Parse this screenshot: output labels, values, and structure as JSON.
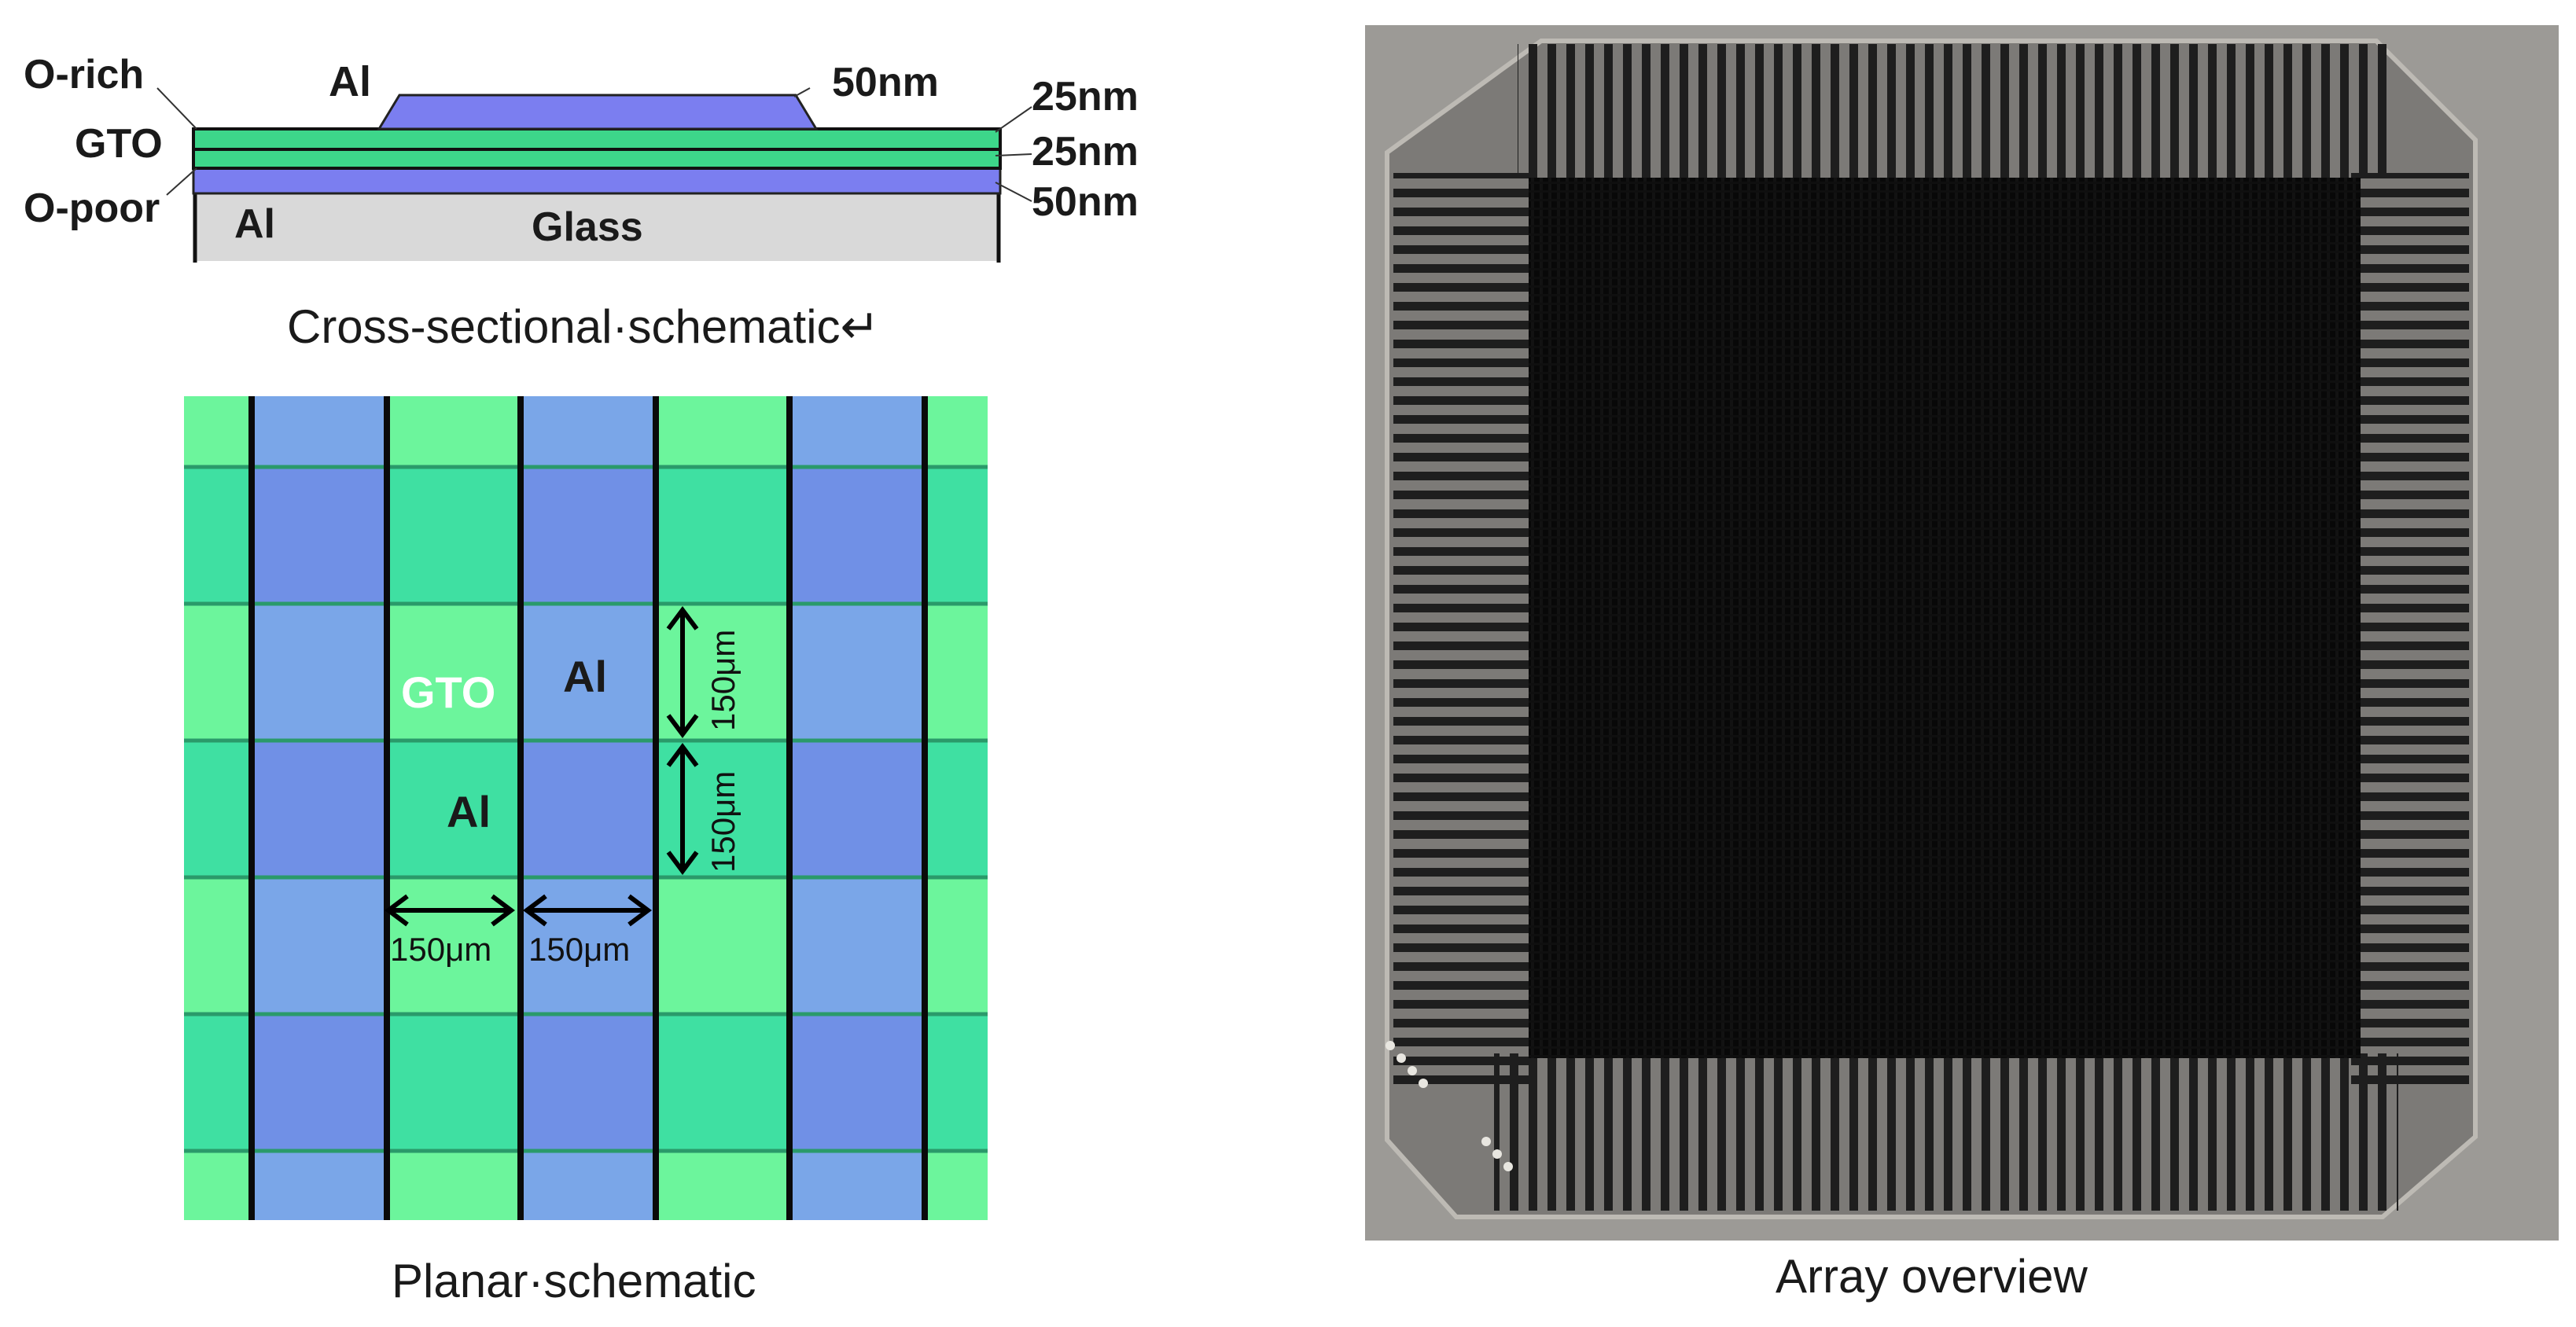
{
  "cross_section": {
    "labels": {
      "o_rich": "O-rich",
      "gto": "GTO",
      "o_poor": "O-poor",
      "al_top": "Al",
      "al_bottom": "Al",
      "glass": "Glass"
    },
    "thickness": {
      "top_al": "50nm",
      "o_rich": "25nm",
      "o_poor": "25nm",
      "bottom_al": "50nm"
    },
    "caption": "Cross-sectional·schematic↵",
    "colors": {
      "al": "#7b7ef0",
      "gto": "#3dd68a",
      "glass": "#d9d9d9"
    }
  },
  "planar": {
    "labels": {
      "gto": "GTO",
      "al_vertical": "Al",
      "al_horizontal": "Al"
    },
    "dimensions": {
      "vertical_1": "150μm",
      "vertical_2": "150μm",
      "horizontal_1": "150μm",
      "horizontal_2": "150μm"
    },
    "caption": "Planar·schematic",
    "colors": {
      "green_light": "#6cf59c",
      "green_dark": "#3fe0a2",
      "blue_light": "#7aa6e8",
      "blue_dark": "#7090e6"
    }
  },
  "photo": {
    "caption": "Array overview"
  }
}
